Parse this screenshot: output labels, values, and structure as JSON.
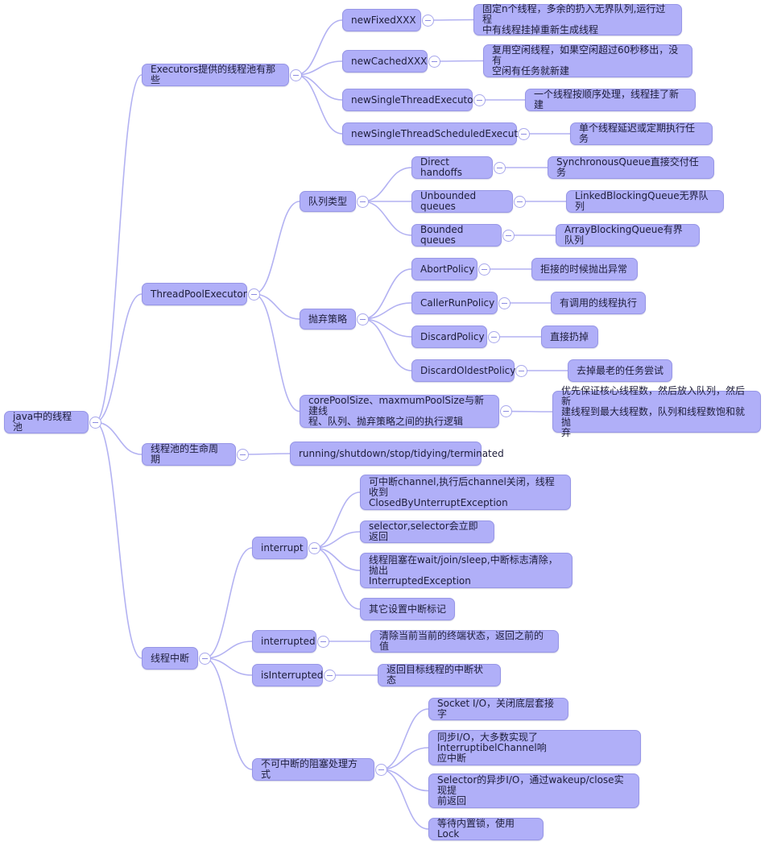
{
  "mindmap": {
    "root": "java中的线程池",
    "executors": {
      "label": "Executors提供的线程池有那些",
      "items": [
        {
          "name": "newFixedXXX",
          "desc": "固定n个线程，多余的扔入无界队列,运行过程\n中有线程挂掉重新生成线程"
        },
        {
          "name": "newCachedXXX",
          "desc": "复用空闲线程，如果空闲超过60秒移出，没有\n空闲有任务就新建"
        },
        {
          "name": "newSingleThreadExecutor",
          "desc": "一个线程按顺序处理，线程挂了新建"
        },
        {
          "name": "newSingleThreadScheduledExecutor",
          "desc": "单个线程延迟或定期执行任务"
        }
      ]
    },
    "tpe": {
      "label": "ThreadPoolExecutor",
      "queue_label": "队列类型",
      "queues": [
        {
          "name": "Direct handoffs",
          "desc": "SynchronousQueue直接交付任务"
        },
        {
          "name": "Unbounded queues",
          "desc": "LinkedBlockingQueue无界队列"
        },
        {
          "name": "Bounded queues",
          "desc": "ArrayBlockingQueue有界队列"
        }
      ],
      "policy_label": "抛弃策略",
      "policies": [
        {
          "name": "AbortPolicy",
          "desc": "拒接的时候抛出异常"
        },
        {
          "name": "CallerRunPolicy",
          "desc": "有调用的线程执行"
        },
        {
          "name": "DiscardPolicy",
          "desc": "直接扔掉"
        },
        {
          "name": "DiscardOldestPolicy",
          "desc": "去掉最老的任务尝试"
        }
      ],
      "core": "corePoolSize、maxmumPoolSize与新建线\n程、队列、抛弃策略之间的执行逻辑",
      "core_desc": "优先保证核心线程数，然后放入队列，然后新\n建线程到最大线程数，队列和线程数饱和就抛\n弃"
    },
    "lifecycle": {
      "label": "线程池的生命周期",
      "states": "running/shutdown/stop/tidying/terminated"
    },
    "interrupt": {
      "label": "线程中断",
      "interrupt_label": "interrupt",
      "interrupt_items": [
        "可中断channel,执行后channel关闭，线程收到\nClosedByUnterruptException",
        "selector,selector会立即返回",
        "线程阻塞在wait/join/sleep,中断标志清除，抛出\nInterruptedException",
        "其它设置中断标记"
      ],
      "interrupted_label": "interrupted",
      "interrupted_desc": "清除当前当前的终端状态，返回之前的值",
      "isinterrupted_label": "isInterrupted",
      "isinterrupted_desc": "返回目标线程的中断状态",
      "blocking_label": "不可中断的阻塞处理方式",
      "blocking_items": [
        "Socket I/O，关闭底层套接字",
        "同步I/O，大多数实现了InterruptibelChannel响\n应中断",
        "Selector的异步I/O，通过wakeup/close实现提\n前返回",
        "等待内置锁，使用Lock"
      ]
    }
  }
}
